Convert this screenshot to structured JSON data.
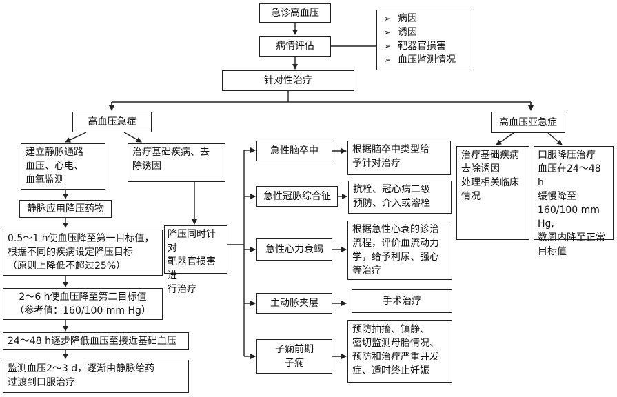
{
  "title": "急诊高血压",
  "assess": "病情评估",
  "assess_items": [
    "病因",
    "诱因",
    "靶器官损害",
    "血压监测情况"
  ],
  "targeted": "针对性治疗",
  "emergency": {
    "title": "高血压急症",
    "iv": "建立静脉通路\n血压、心电、\n血氧监测",
    "drug": "静脉应用降压药物",
    "steps": [
      "0.5～1 h使血压降至第一目标值，\n根据不同的疾病设定降压目标\n（原则上降低不超过25%）",
      "2～6 h使血压降至第二目标值\n（参考值：160/100 mm Hg）",
      "24～48 h逐步降低血压至接近基础血压",
      "监测血压2～3 d，逐渐由静脉给药\n过渡到口服治疗"
    ],
    "basic": "治疗基础疾病、去\n除诱因",
    "organ": "降压同时针对\n靶器官损害进\n行治疗",
    "conditions": [
      {
        "name": "急性脑卒中",
        "treatment": "根据脑卒中类型给\n予针对治疗"
      },
      {
        "name": "急性冠脉综合征",
        "treatment": "抗栓、冠心病二级\n预防、介入或溶栓"
      },
      {
        "name": "急性心力衰竭",
        "treatment": "根据急性心衰的诊治\n流程，评价血流动力\n学，给予利尿、强心\n等治疗"
      },
      {
        "name": "主动脉夹层",
        "treatment": "手术治疗"
      },
      {
        "name": "子痫前期\n子痫",
        "treatment": "预防抽搐、镇静、\n密切监测母胎情况、\n预防和治疗严重并发\n症、适时终止妊娠"
      }
    ]
  },
  "urgency": {
    "title": "高血压亚急症",
    "left": "治疗基础疾病\n去除诱因\n处理相关临床\n情况",
    "right": "口服降压治疗\n血压在24～48 h\n缓慢降至\n160/100 mm Hg,\n数周内降至正常\n目标值"
  }
}
